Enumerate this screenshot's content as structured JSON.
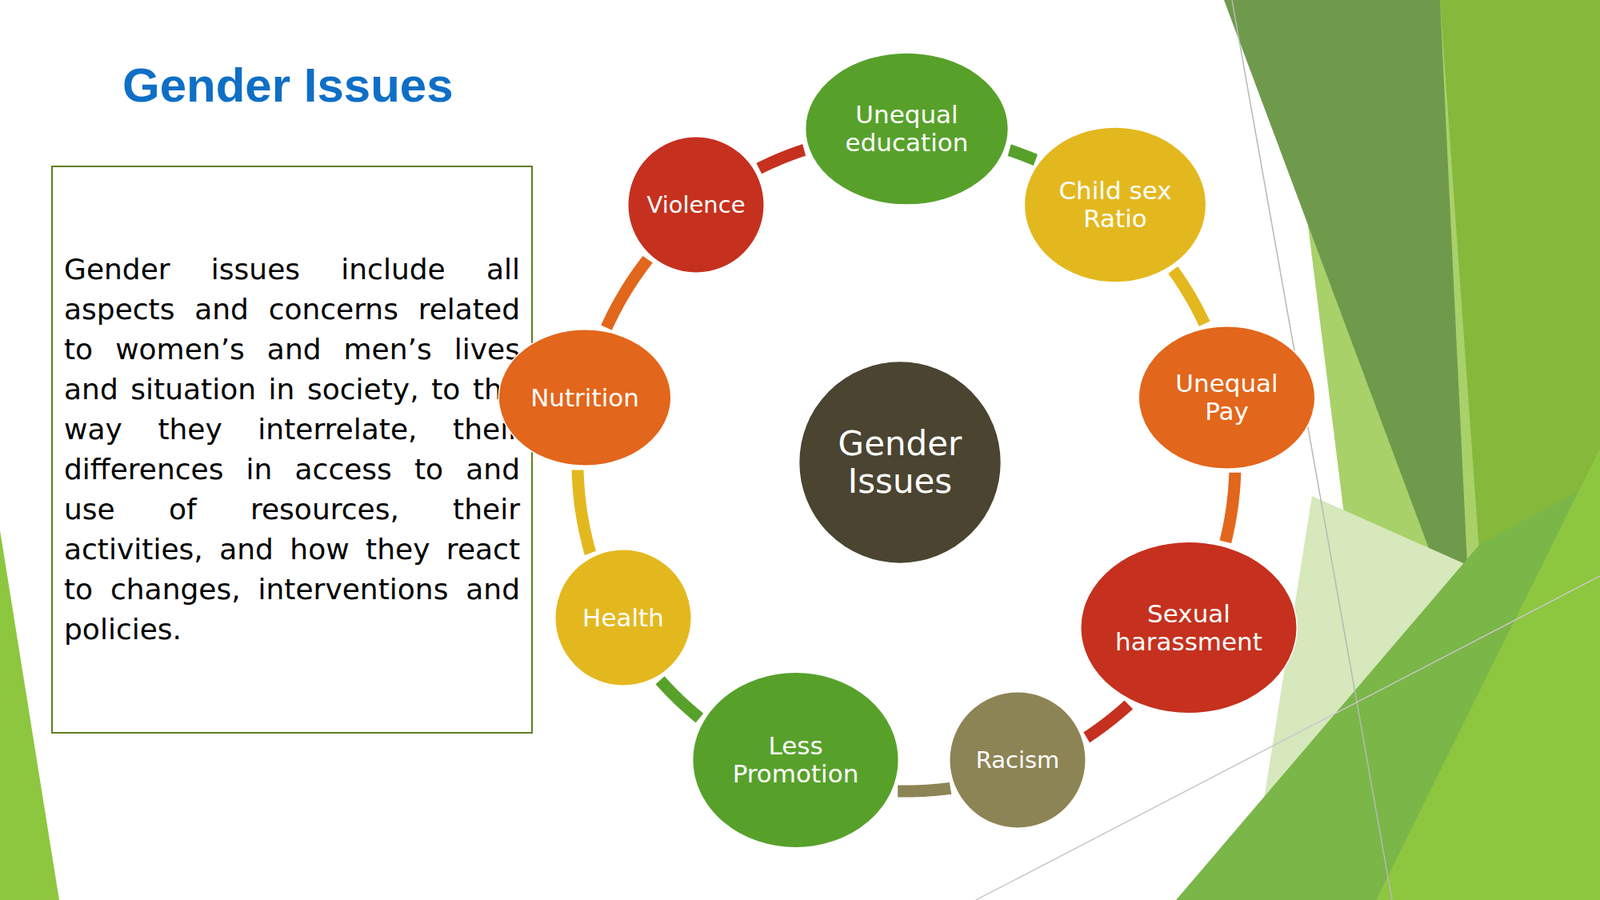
{
  "diagram": {
    "title": "Gender Issues",
    "nodes": [
      {
        "text": [
          "Gender issues include all aspects and concerns related to women’s and men’s lives and situation in society, to the way they interrelate, their differences in access to and use of resources, their activities, and how they react to changes, interventions and policies."
        ]
      },
      {
        "text": [
          "Gender Issues"
        ]
      },
      {
        "text": [
          "Unequal education"
        ]
      },
      {
        "text": [
          "Child sex Ratio"
        ]
      },
      {
        "text": [
          "Unequal Pay"
        ]
      },
      {
        "text": [
          "Sexual harassment"
        ]
      },
      {
        "text": [
          "Racism"
        ]
      },
      {
        "text": [
          "Less Promotion"
        ]
      },
      {
        "text": [
          "Health"
        ]
      },
      {
        "text": [
          "Nutrition"
        ]
      },
      {
        "text": [
          "Violence"
        ]
      }
    ],
    "edges": [
      {
        "from": 2,
        "to": 3,
        "arrow": "none"
      },
      {
        "from": 3,
        "to": 4,
        "arrow": "none"
      },
      {
        "from": 4,
        "to": 5,
        "arrow": "none"
      },
      {
        "from": 5,
        "to": 6,
        "arrow": "none"
      },
      {
        "from": 6,
        "to": 7,
        "arrow": "none"
      },
      {
        "from": 7,
        "to": 8,
        "arrow": "none"
      },
      {
        "from": 8,
        "to": 9,
        "arrow": "none"
      },
      {
        "from": 9,
        "to": 10,
        "arrow": "none"
      },
      {
        "from": 10,
        "to": 2,
        "arrow": "none"
      }
    ]
  }
}
